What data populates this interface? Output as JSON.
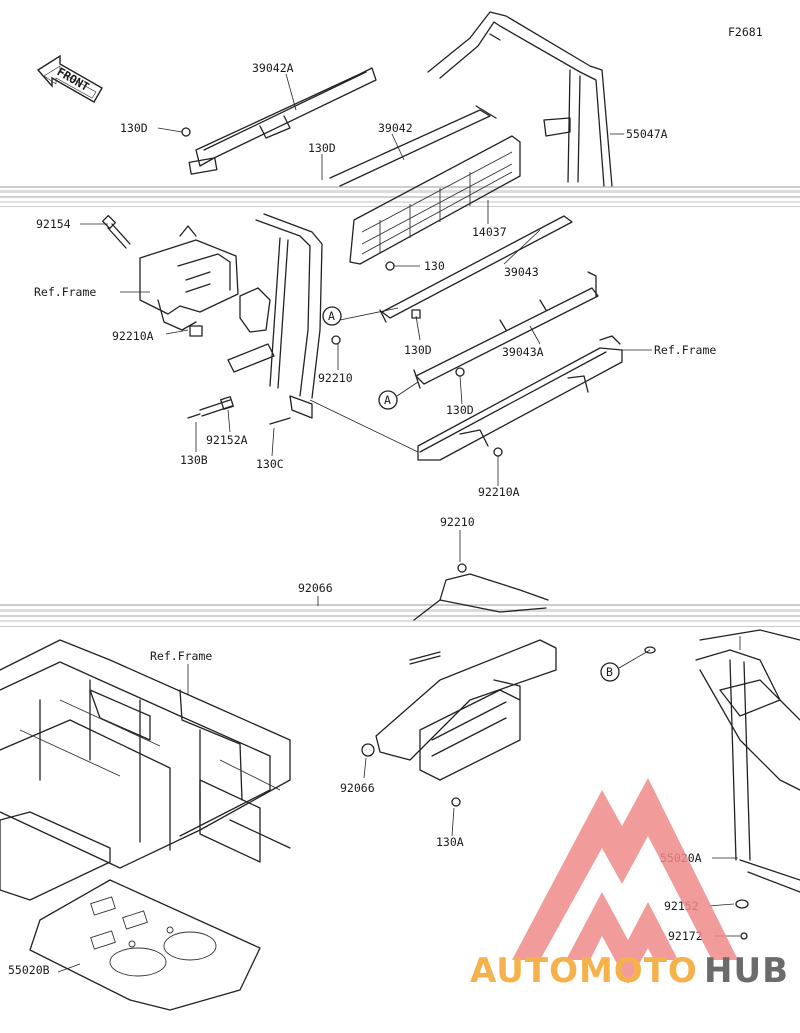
{
  "figure_id": "F2681",
  "front_label": "FRONT",
  "ref_frame_label": "Ref.Frame",
  "callouts": {
    "A": "A",
    "B": "B"
  },
  "parts": {
    "p39042A": "39042A",
    "p130D_top": "130D",
    "p39042": "39042",
    "p55047A": "55047A",
    "p130D_mid": "130D",
    "p92154": "92154",
    "p14037": "14037",
    "p130": "130",
    "p39043": "39043",
    "p92210A_left": "92210A",
    "p130D_low": "130D",
    "p39043A": "39043A",
    "p92210_upper": "92210",
    "p130D_right": "130D",
    "p92152A": "92152A",
    "p130B": "130B",
    "p130C": "130C",
    "p92210A_bottom": "92210A",
    "p92210_lower": "92210",
    "p92066_top": "92066",
    "p92066_left": "92066",
    "p130A": "130A",
    "p55020A": "55020A",
    "p92152": "92152",
    "p92172": "92172",
    "p55020B": "55020B"
  },
  "watermark": {
    "part1": "AUTOMOTO",
    "part2": "HUB",
    "color_orange": "#f5b24c",
    "color_grey": "#6b6b6b",
    "color_red": "#f08a8a"
  }
}
